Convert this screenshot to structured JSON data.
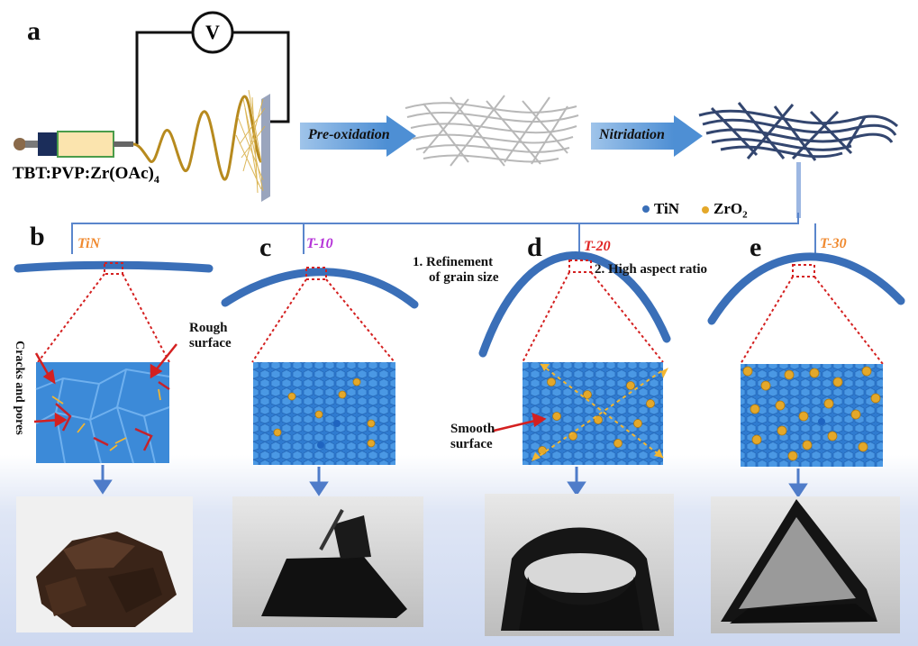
{
  "panels": {
    "a": "a",
    "b": "b",
    "c": "c",
    "d": "d",
    "e": "e"
  },
  "setup": {
    "voltmeter": "V",
    "solution": "TBT:PVP:Zr(OAc)",
    "solution_sub": "4"
  },
  "process": {
    "step1": "Pre-oxidation",
    "step2": "Nitridation"
  },
  "legend": {
    "tin": "TiN",
    "zro2": "ZrO",
    "zro2_sub": "2"
  },
  "samples": [
    {
      "name": "TiN",
      "color": "#f08a30"
    },
    {
      "name": "T-10",
      "color": "#b532d8"
    },
    {
      "name": "T-20",
      "color": "#e02525"
    },
    {
      "name": "T-30",
      "color": "#f08a30"
    }
  ],
  "annotations": {
    "cracks": "Cracks and pores",
    "rough": [
      "Rough",
      "surface"
    ],
    "refine": [
      "1.   Refinement",
      "of grain size"
    ],
    "aspect": "2. High aspect ratio",
    "smooth": [
      "Smooth",
      "surface"
    ]
  },
  "colors": {
    "fiber": "#3a6fb8",
    "tile": "#3c8ad8",
    "particle": "#e4a82a",
    "connector": "#5a86cc",
    "zoom": "#d42020"
  }
}
